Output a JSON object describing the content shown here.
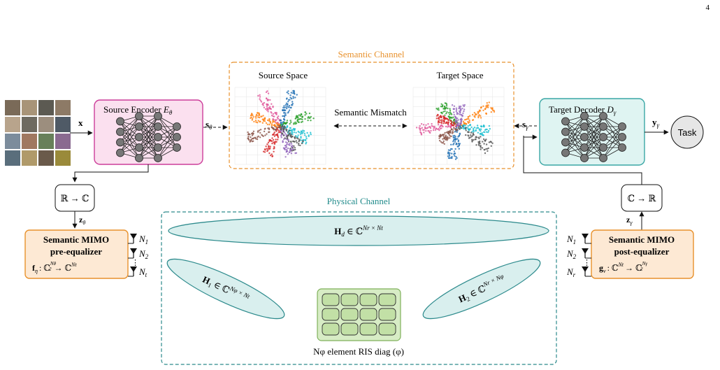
{
  "page": {
    "number": "4"
  },
  "colors": {
    "orange": "#e8912c",
    "teal": "#1f8a8a",
    "pink_fill": "#fbe0ef",
    "pink_stroke": "#cc3d9a",
    "teal_fill": "#dff4f2",
    "teal_stroke": "#3aa7a5",
    "eq_fill": "#fde9d4",
    "eq_stroke": "#e8912c",
    "ellipse_fill": "#d9efee",
    "ellipse_stroke": "#2c8a8c",
    "ris_fill": "#d7ecc5",
    "ris_stroke": "#7fb15a",
    "node_fill": "#777777",
    "task_fill": "#e6e6e6"
  },
  "labels": {
    "semantic_channel": "Semantic Channel",
    "source_space": "Source Space",
    "target_space": "Target Space",
    "semantic_mismatch": "Semantic Mismatch",
    "source_encoder": "Source Encoder",
    "source_encoder_sym": "E",
    "source_encoder_sub": "θ",
    "target_decoder": "Target Decoder",
    "target_decoder_sym": "D",
    "target_decoder_sub": "γ",
    "x": "x",
    "s": "s",
    "s_theta_sub": "θ",
    "s_gamma_sub": "γ",
    "y": "y",
    "y_sub": "γ",
    "task": "Task",
    "r2c": "ℝ → ℂ",
    "c2r": "ℂ → ℝ",
    "z": "z",
    "z_theta_sub": "θ",
    "z_gamma_sub": "γ",
    "physical_channel": "Physical Channel",
    "pre_eq_line1": "Semantic MIMO",
    "pre_eq_line2": "pre-equalizer",
    "pre_eq_func": "f",
    "pre_eq_func_sub": "η",
    "pre_eq_map": ": ℂ",
    "pre_eq_exp_num": "Nθ",
    "pre_eq_exp_den": "2",
    "pre_eq_to": "→ ℂ",
    "pre_eq_to_exp": "Nt",
    "post_eq_line1": "Semantic MIMO",
    "post_eq_line2": "post-equalizer",
    "post_eq_func": "g",
    "post_eq_func_sub": "ν",
    "post_eq_map": ": ℂ",
    "post_eq_map_exp": "Nt",
    "post_eq_to": "→ ℂ",
    "post_eq_exp_num": "Nγ",
    "post_eq_exp_den": "2",
    "ant_tx": [
      "N1",
      "N2",
      "Nt"
    ],
    "ant_rx": [
      "N1",
      "N2",
      "Nr"
    ],
    "hd": "H",
    "hd_sub": "d",
    "hd_rest": "∈ ℂ",
    "hd_exp": "Nr × Nt",
    "h1": "H",
    "h1_sub": "1",
    "h1_rest": "∈ ℂ",
    "h1_exp": "Nφ × Nt",
    "h2": "H",
    "h2_sub": "2",
    "h2_rest": "∈ ℂ",
    "h2_exp": "Nr × Nφ",
    "ris_caption": "Nφ element RIS diag (φ)"
  }
}
